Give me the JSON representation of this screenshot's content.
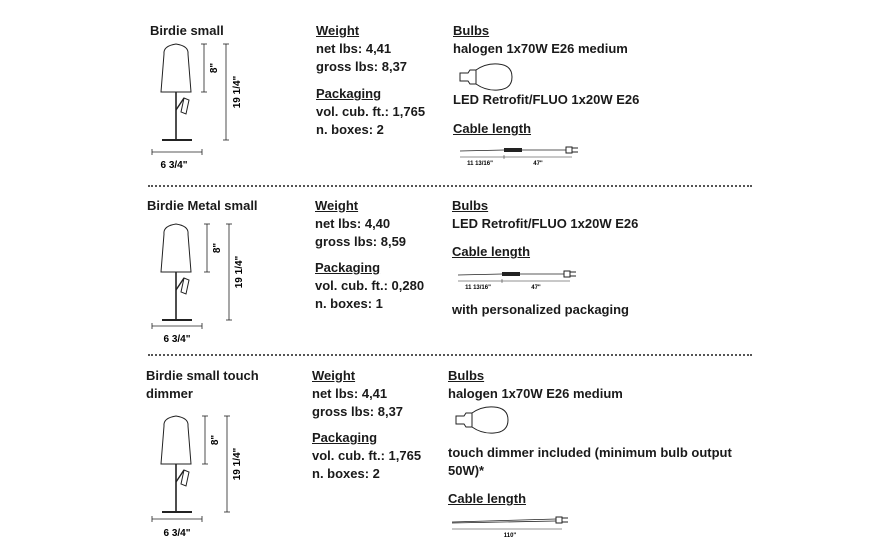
{
  "products": [
    {
      "name": "Birdie small",
      "dims": {
        "height": "19 1/4\"",
        "shade": "8\"",
        "width": "6 3/4\""
      },
      "weight": {
        "heading": "Weight",
        "net": "net lbs: 4,41",
        "gross": "gross lbs: 8,37"
      },
      "packaging": {
        "heading": "Packaging",
        "vol": "vol. cub. ft.: 1,765",
        "boxes": "n. boxes: 2"
      },
      "bulbs": {
        "heading": "Bulbs",
        "line1": "halogen 1x70W E26 medium",
        "line2": "LED Retrofit/FLUO 1x20W E26"
      },
      "cable": {
        "heading": "Cable length",
        "len1": "11 13/16\"",
        "len2": "47\""
      }
    },
    {
      "name": "Birdie Metal small",
      "dims": {
        "height": "19 1/4\"",
        "shade": "8\"",
        "width": "6 3/4\""
      },
      "weight": {
        "heading": "Weight",
        "net": "net lbs: 4,40",
        "gross": "gross lbs: 8,59"
      },
      "packaging": {
        "heading": "Packaging",
        "vol": "vol. cub. ft.: 0,280",
        "boxes": "n. boxes: 1"
      },
      "bulbs": {
        "heading": "Bulbs",
        "line1": "LED Retrofit/FLUO 1x20W E26"
      },
      "cable": {
        "heading": "Cable length",
        "len1": "11 13/16\"",
        "len2": "47\""
      },
      "note": "with personalized packaging"
    },
    {
      "name": "Birdie small touch dimmer",
      "name_line1": "Birdie small touch",
      "name_line2": "dimmer",
      "dims": {
        "height": "19 1/4\"",
        "shade": "8\"",
        "width": "6 3/4\""
      },
      "weight": {
        "heading": "Weight",
        "net": "net lbs: 4,41",
        "gross": "gross lbs: 8,37"
      },
      "packaging": {
        "heading": "Packaging",
        "vol": "vol. cub. ft.: 1,765",
        "boxes": "n. boxes: 2"
      },
      "bulbs": {
        "heading": "Bulbs",
        "line1": "halogen 1x70W E26 medium",
        "note1": "touch dimmer included (minimum bulb output",
        "note2": "50W)*"
      },
      "cable": {
        "heading": "Cable length",
        "len1": "110\""
      }
    }
  ]
}
